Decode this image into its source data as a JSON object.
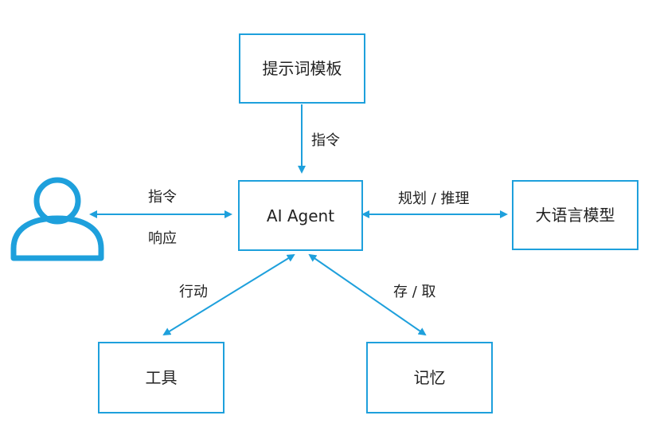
{
  "diagram": {
    "accent_color": "#1ea0dc",
    "nodes": {
      "prompt_template": "提示词模板",
      "agent": "AI Agent",
      "llm": "大语言模型",
      "tools": "工具",
      "memory": "记忆",
      "user_icon": "user-icon"
    },
    "edges": {
      "prompt_to_agent": "指令",
      "user_to_agent": "指令",
      "agent_to_user": "响应",
      "agent_llm": "规划 / 推理",
      "agent_tools": "行动",
      "agent_memory": "存 / 取"
    }
  }
}
